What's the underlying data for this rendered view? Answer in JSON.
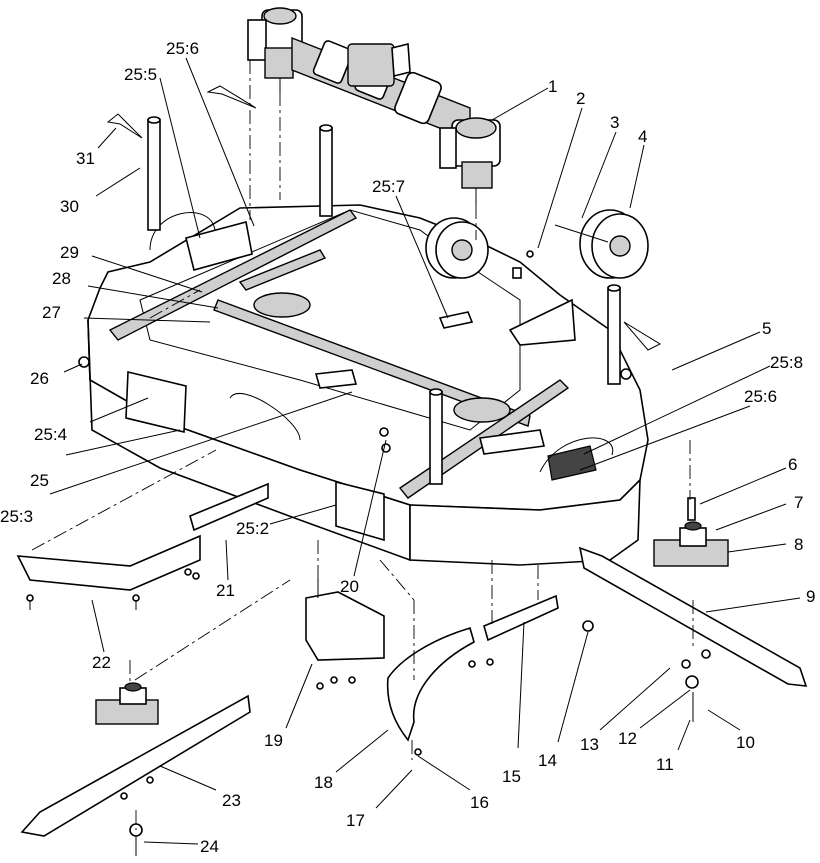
{
  "diagram": {
    "callouts": [
      {
        "id": "c1",
        "text": "1"
      },
      {
        "id": "c2",
        "text": "2"
      },
      {
        "id": "c3",
        "text": "3"
      },
      {
        "id": "c4",
        "text": "4"
      },
      {
        "id": "c5",
        "text": "5"
      },
      {
        "id": "c6",
        "text": "6"
      },
      {
        "id": "c7",
        "text": "7"
      },
      {
        "id": "c8",
        "text": "8"
      },
      {
        "id": "c9",
        "text": "9"
      },
      {
        "id": "c10",
        "text": "10"
      },
      {
        "id": "c11",
        "text": "11"
      },
      {
        "id": "c12",
        "text": "12"
      },
      {
        "id": "c13",
        "text": "13"
      },
      {
        "id": "c14",
        "text": "14"
      },
      {
        "id": "c15",
        "text": "15"
      },
      {
        "id": "c16",
        "text": "16"
      },
      {
        "id": "c17",
        "text": "17"
      },
      {
        "id": "c18",
        "text": "18"
      },
      {
        "id": "c19",
        "text": "19"
      },
      {
        "id": "c20",
        "text": "20"
      },
      {
        "id": "c21",
        "text": "21"
      },
      {
        "id": "c22",
        "text": "22"
      },
      {
        "id": "c23",
        "text": "23"
      },
      {
        "id": "c24",
        "text": "24"
      },
      {
        "id": "c25",
        "text": "25"
      },
      {
        "id": "c25_2",
        "text": "25:2"
      },
      {
        "id": "c25_3",
        "text": "25:3"
      },
      {
        "id": "c25_4",
        "text": "25:4"
      },
      {
        "id": "c25_5",
        "text": "25:5"
      },
      {
        "id": "c25_6a",
        "text": "25:6"
      },
      {
        "id": "c25_6b",
        "text": "25:6"
      },
      {
        "id": "c25_7",
        "text": "25:7"
      },
      {
        "id": "c25_8",
        "text": "25:8"
      },
      {
        "id": "c26",
        "text": "26"
      },
      {
        "id": "c27",
        "text": "27"
      },
      {
        "id": "c28",
        "text": "28"
      },
      {
        "id": "c29",
        "text": "29"
      },
      {
        "id": "c30",
        "text": "30"
      },
      {
        "id": "c31",
        "text": "31"
      }
    ]
  }
}
